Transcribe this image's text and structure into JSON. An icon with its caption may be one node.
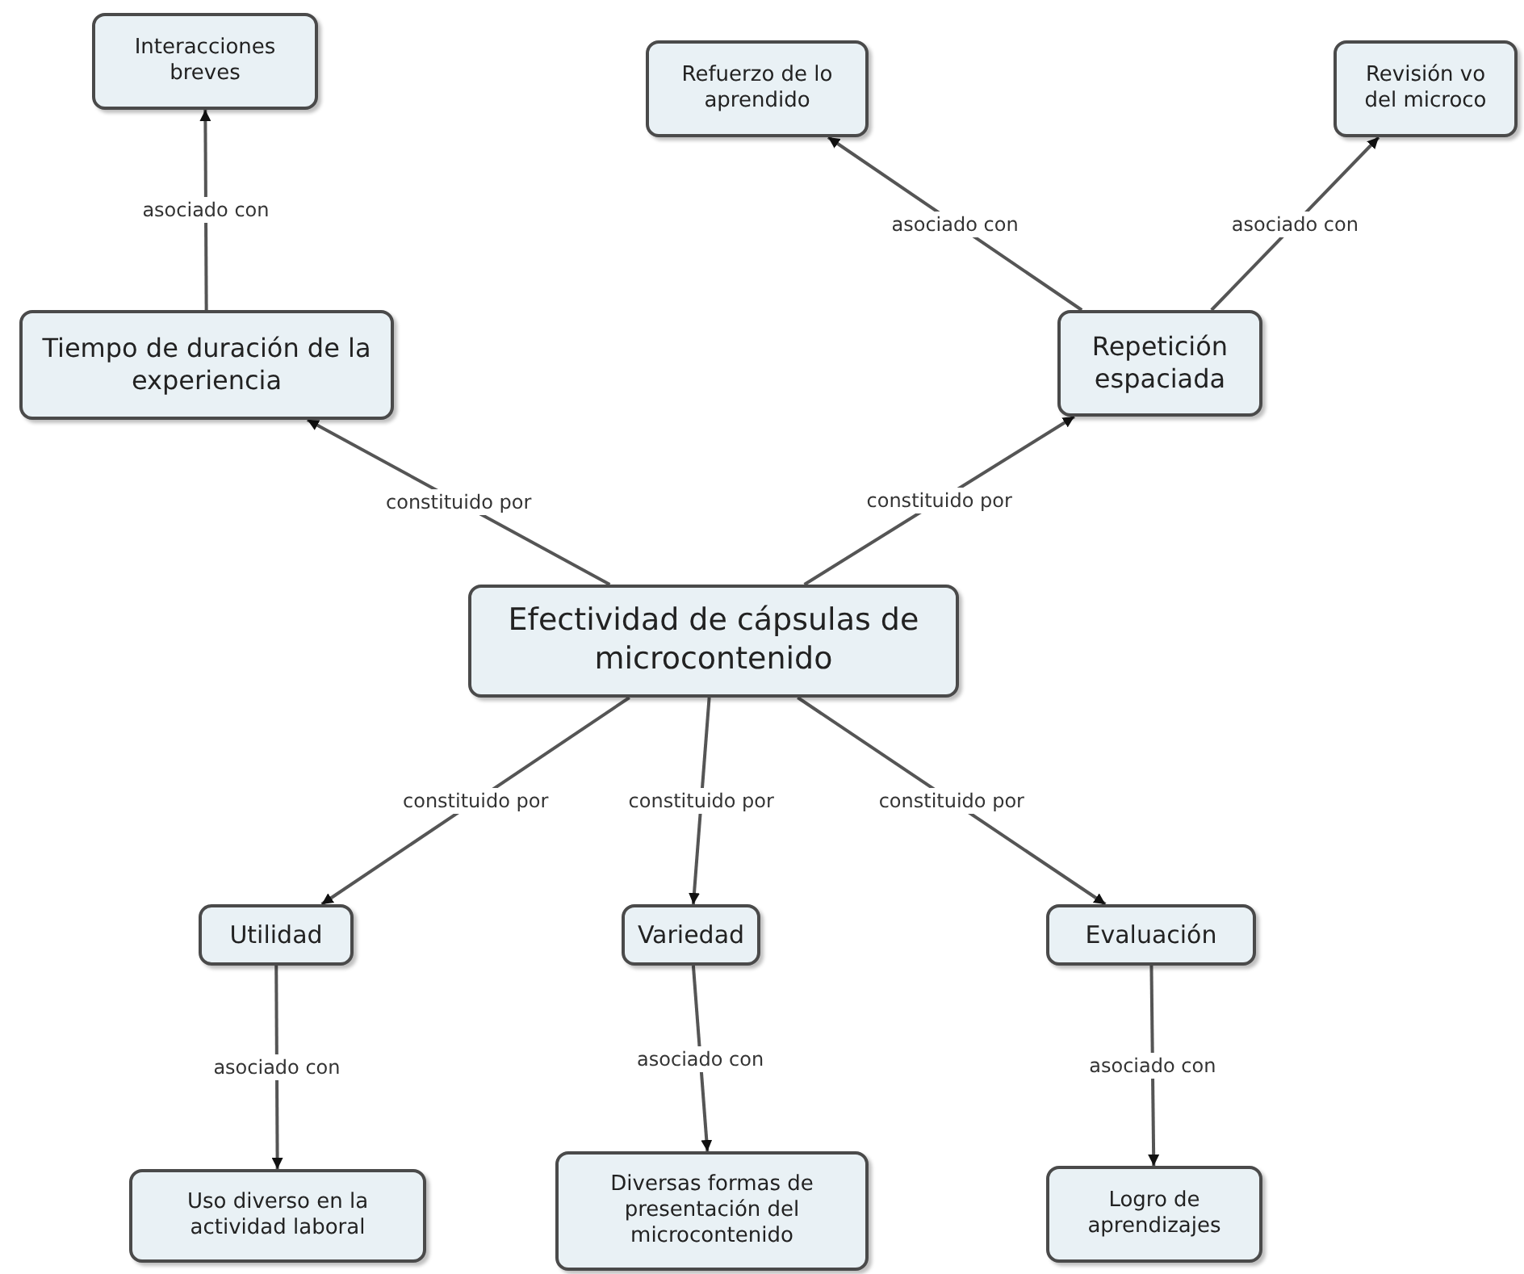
{
  "diagram": {
    "nodes": [
      {
        "text": [
          "Interacciones breves"
        ]
      },
      {
        "text": [
          "Refuerzo de lo aprendido"
        ]
      },
      {
        "text": [
          "Revisión vo del microco"
        ]
      },
      {
        "text": [
          "Tiempo de duración de la experiencia"
        ]
      },
      {
        "text": [
          "Repetición espaciada"
        ]
      },
      {
        "text": [
          "Efectividad de cápsulas de microcontenido"
        ]
      },
      {
        "text": [
          "Utilidad"
        ]
      },
      {
        "text": [
          "Variedad"
        ]
      },
      {
        "text": [
          "Evaluación"
        ]
      },
      {
        "text": [
          "Uso diverso en la actividad laboral"
        ]
      },
      {
        "text": [
          "Diversas formas de presentación del microcontenido"
        ]
      },
      {
        "text": [
          "Logro de aprendizajes"
        ]
      }
    ],
    "edges": [
      {
        "from": 3,
        "to": 0,
        "arrow": "to",
        "label": "asociado con"
      },
      {
        "from": 4,
        "to": 1,
        "arrow": "to",
        "label": "asociado con"
      },
      {
        "from": 4,
        "to": 2,
        "arrow": "to",
        "label": "asociado con"
      },
      {
        "from": 5,
        "to": 3,
        "arrow": "to",
        "label": "constituido por"
      },
      {
        "from": 5,
        "to": 4,
        "arrow": "to",
        "label": "constituido por"
      },
      {
        "from": 5,
        "to": 6,
        "arrow": "to",
        "label": "constituido por"
      },
      {
        "from": 5,
        "to": 7,
        "arrow": "to",
        "label": "constituido por"
      },
      {
        "from": 5,
        "to": 8,
        "arrow": "to",
        "label": "constituido por"
      },
      {
        "from": 6,
        "to": 9,
        "arrow": "to",
        "label": "asociado con"
      },
      {
        "from": 7,
        "to": 10,
        "arrow": "to",
        "label": "asociado con"
      },
      {
        "from": 8,
        "to": 11,
        "arrow": "to",
        "label": "asociado con"
      }
    ]
  }
}
